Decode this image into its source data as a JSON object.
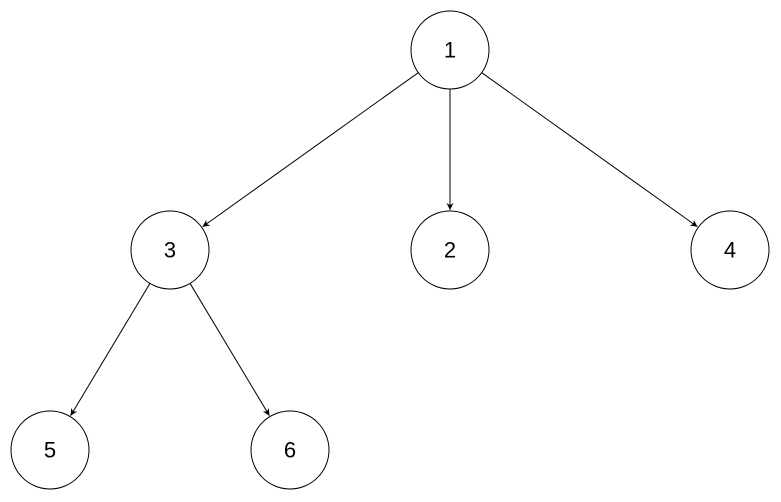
{
  "diagram": {
    "type": "tree",
    "line_color": "#000000",
    "node_fill": "#ffffff",
    "nodes": [
      {
        "id": "n1",
        "label": "1"
      },
      {
        "id": "n3",
        "label": "3"
      },
      {
        "id": "n2",
        "label": "2"
      },
      {
        "id": "n4",
        "label": "4"
      },
      {
        "id": "n5",
        "label": "5"
      },
      {
        "id": "n6",
        "label": "6"
      }
    ],
    "edges": [
      {
        "from": "n1",
        "to": "n3"
      },
      {
        "from": "n1",
        "to": "n2"
      },
      {
        "from": "n1",
        "to": "n4"
      },
      {
        "from": "n3",
        "to": "n5"
      },
      {
        "from": "n3",
        "to": "n6"
      }
    ]
  }
}
